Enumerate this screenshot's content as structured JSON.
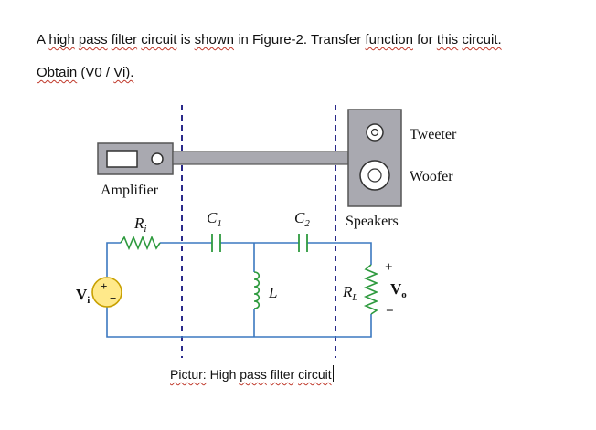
{
  "question": {
    "line1_words": [
      "A",
      "high",
      "pass",
      "filter",
      "circuit",
      "is",
      "shown",
      "in",
      "Figure-2.",
      "Transfer",
      "function",
      "for",
      "this",
      "circuit."
    ],
    "line1_squiggle": [
      false,
      true,
      true,
      true,
      true,
      false,
      true,
      false,
      false,
      false,
      true,
      false,
      true,
      true
    ],
    "line2_words": [
      "Obtain",
      "(V0",
      "/",
      "Vi)."
    ],
    "line2_squiggle": [
      true,
      false,
      false,
      true
    ]
  },
  "figure": {
    "tweeter_label": "Tweeter",
    "woofer_label": "Woofer",
    "amplifier_label": "Amplifier",
    "speakers_label": "Speakers",
    "Ri_main": "R",
    "Ri_sub": "i",
    "C1_main": "C",
    "C1_sub": "1",
    "C2_main": "C",
    "C2_sub": "2",
    "L_label": "L",
    "RL_main": "R",
    "RL_sub": "L",
    "Vi_main": "V",
    "Vi_sub": "i",
    "Vo_main": "V",
    "Vo_sub": "o",
    "plus": "+",
    "minus": "−",
    "src_plus": "+",
    "src_minus": "−"
  },
  "caption": {
    "words": [
      "Pictur:",
      "High",
      "pass",
      "filter",
      "circuit"
    ],
    "squiggle": [
      true,
      false,
      true,
      true,
      true
    ]
  }
}
